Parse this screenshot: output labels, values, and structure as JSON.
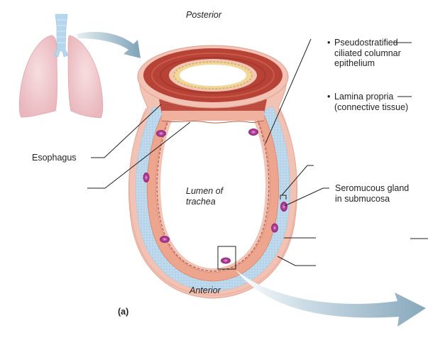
{
  "figure": {
    "panel_label": "(a)",
    "orientation": {
      "top": "Posterior",
      "bottom": "Anterior"
    },
    "lumen_label": [
      "Lumen of",
      "trachea"
    ],
    "labels": {
      "esophagus": "Esophagus",
      "seromucous_gland": [
        "Seromucous gland",
        "in submucosa"
      ]
    },
    "mucosa_layers": [
      {
        "bullet": "•",
        "lines": [
          "Pseudostratified",
          "ciliated columnar",
          "epithelium"
        ]
      },
      {
        "bullet": "•",
        "lines": [
          "Lamina propria",
          "(connective tissue)"
        ]
      }
    ],
    "blank_leader_lines": 6,
    "colors": {
      "muscle_dark": "#b5453a",
      "muscle_light": "#d9867a",
      "mucosa": "#f0b9a4",
      "cartilage": "#b9d6ea",
      "gland": "#a8348f",
      "lung": "#f3cfd2",
      "arrow": "#8fb0c4",
      "leader_line": "#231f20"
    }
  }
}
